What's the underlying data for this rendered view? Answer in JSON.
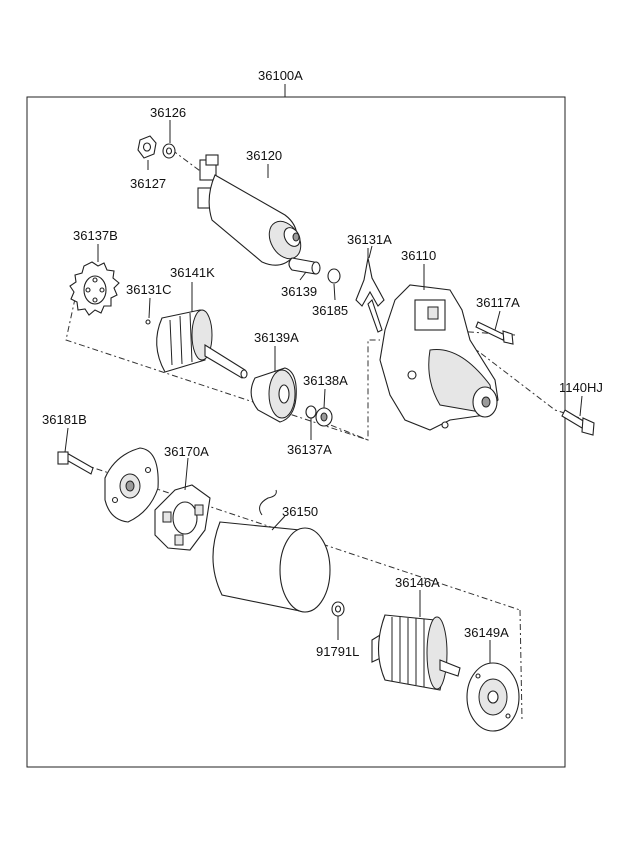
{
  "title": "36100A",
  "labels": {
    "p36126": "36126",
    "p36127": "36127",
    "p36120": "36120",
    "p36137B": "36137B",
    "p36141K": "36141K",
    "p36131C": "36131C",
    "p36139": "36139",
    "p36185": "36185",
    "p36131A": "36131A",
    "p36110": "36110",
    "p36117A": "36117A",
    "p1140HJ": "1140HJ",
    "p36139A": "36139A",
    "p36138A": "36138A",
    "p36137A": "36137A",
    "p36181B": "36181B",
    "p36170A": "36170A",
    "p36150": "36150",
    "p36146A": "36146A",
    "p91791L": "91791L",
    "p36149A": "36149A"
  }
}
